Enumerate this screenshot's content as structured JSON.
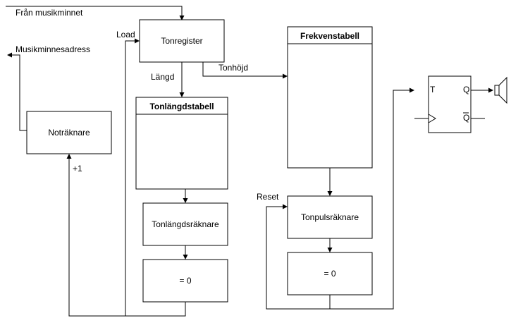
{
  "inputs": {
    "from_music_memory": "Från musikminnet",
    "music_memory_address": "Musikminnesadress"
  },
  "blocks": {
    "tone_register": "Tonregister",
    "note_counter": "Noträknare",
    "tone_length_table": "Tonlängdstabell",
    "frequency_table": "Frekvenstabell",
    "tone_length_counter": "Tonlängdsräknare",
    "zero_detect_length": "= 0",
    "tone_pulse_counter": "Tonpulsräknare",
    "zero_detect_pulse": "= 0"
  },
  "signals": {
    "load": "Load",
    "length": "Längd",
    "pitch": "Tonhöjd",
    "increment": "+1",
    "reset": "Reset"
  },
  "flip_flop": {
    "t": "T",
    "q": "Q",
    "q_bar": "Q"
  },
  "icons": {
    "output": "speaker-icon",
    "clock": "clock-triangle-icon"
  }
}
